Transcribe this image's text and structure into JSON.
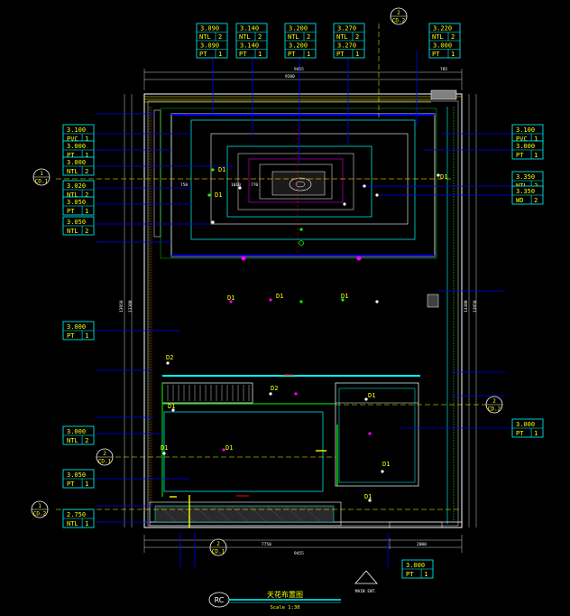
{
  "drawing": {
    "title": "天花布置图",
    "scale": "Scale 1:30",
    "badge": "RC",
    "main_entrance": "MAIN ENT."
  },
  "top_tags": [
    {
      "a": "3.090",
      "b": "NTL",
      "bn": "2",
      "c": "3.090",
      "d": "PT",
      "dn": "1"
    },
    {
      "a": "3.140",
      "b": "NTL",
      "bn": "2",
      "c": "3.140",
      "d": "PT",
      "dn": "1"
    },
    {
      "a": "3.200",
      "b": "NTL",
      "bn": "2",
      "c": "3.200",
      "d": "PT",
      "dn": "1"
    },
    {
      "a": "3.270",
      "b": "NTL",
      "bn": "2",
      "c": "3.270",
      "d": "PT",
      "dn": "1"
    },
    {
      "a": "3.220",
      "b": "NTL",
      "bn": "2",
      "c": "3.000",
      "d": "PT",
      "dn": "1"
    }
  ],
  "left_tags": [
    {
      "h": "3.100",
      "r1": "PVC",
      "r1n": "1"
    },
    {
      "h": "3.000",
      "r1": "PT",
      "r1n": "1"
    },
    {
      "h": "3.000",
      "r1": "NTL",
      "r1n": "2"
    },
    {
      "h": "3.020",
      "r1": "NTL",
      "r1n": "2"
    },
    {
      "h": "3.050",
      "r1": "PT",
      "r1n": "1"
    },
    {
      "h": "3.050",
      "r1": "NTL",
      "r1n": "2"
    },
    {
      "h": "3.000",
      "r1": "PT",
      "r1n": "1"
    },
    {
      "h": "3.000",
      "r1": "NTL",
      "r1n": "2"
    },
    {
      "h": "3.050",
      "r1": "PT",
      "r1n": "1"
    },
    {
      "h": "2.750",
      "r1": "NTL",
      "r1n": "1"
    }
  ],
  "right_tags": [
    {
      "h": "3.100",
      "r1": "PVC",
      "r1n": "1"
    },
    {
      "h": "3.000",
      "r1": "PT",
      "r1n": "1"
    },
    {
      "h": "3.350",
      "r1": "NTL",
      "r1n": "2"
    },
    {
      "h": "3.350",
      "r1": "WD",
      "r1n": "2"
    },
    {
      "h": "3.000",
      "r1": "PT",
      "r1n": "1"
    }
  ],
  "bottom_tag": {
    "h": "3.000",
    "r1": "PT",
    "r1n": "1"
  },
  "sections": [
    {
      "num": "1",
      "ref": "CD.1"
    },
    {
      "num": "2",
      "ref": "CD.1"
    },
    {
      "num": "2",
      "ref": "CD.2"
    },
    {
      "num": "1",
      "ref": "CD.2"
    },
    {
      "num": "2",
      "ref": "CD.2"
    },
    {
      "num": "2",
      "ref": "CD.1"
    }
  ],
  "fixtures": {
    "d1": "D1",
    "d2": "D2"
  },
  "dims": {
    "top_total": "9455",
    "top_right": "785",
    "top_sub": "9200",
    "bottom_total": "9455",
    "bottom_left": "7750",
    "bottom_right": "2000",
    "left_h": "13950",
    "left_h2": "13380",
    "right_h": "13380",
    "right_h2": "13950",
    "e1": "750",
    "e2": "1010",
    "e3": "770"
  }
}
